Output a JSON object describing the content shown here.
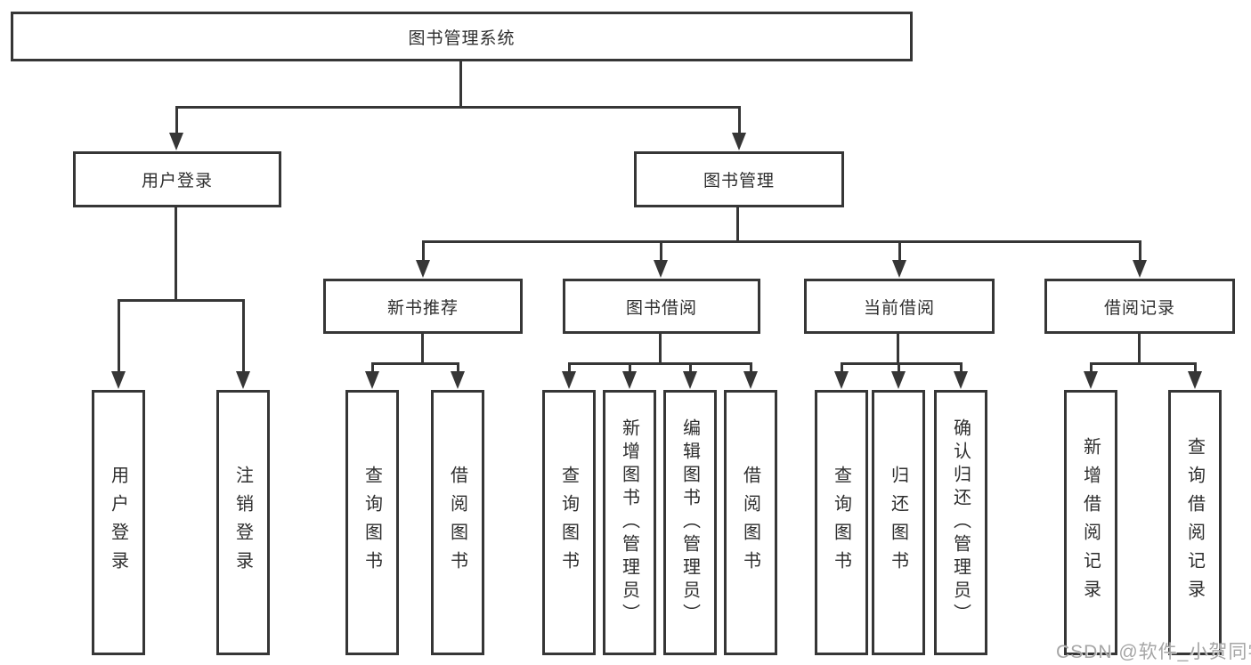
{
  "diagram": {
    "title": "图书管理系统",
    "root": {
      "label": "图书管理系统"
    },
    "level2": [
      {
        "id": "user-login",
        "label": "用户登录"
      },
      {
        "id": "book-mgmt",
        "label": "图书管理"
      }
    ],
    "level3": [
      {
        "id": "new-books",
        "label": "新书推荐"
      },
      {
        "id": "book-borrow",
        "label": "图书借阅"
      },
      {
        "id": "current-borrow",
        "label": "当前借阅"
      },
      {
        "id": "borrow-records",
        "label": "借阅记录"
      }
    ],
    "leaves": {
      "user_login": [
        {
          "label": "用户登录"
        },
        {
          "label": "注销登录"
        }
      ],
      "new_books": [
        {
          "label": "查询图书"
        },
        {
          "label": "借阅图书"
        }
      ],
      "book_borrow": [
        {
          "label": "查询图书"
        },
        {
          "label": "新增图书（管理员）"
        },
        {
          "label": "编辑图书（管理员）"
        },
        {
          "label": "借阅图书"
        }
      ],
      "current_borrow": [
        {
          "label": "查询图书"
        },
        {
          "label": "归还图书"
        },
        {
          "label": "确认归还（管理员）"
        }
      ],
      "borrow_records": [
        {
          "label": "新增借阅记录"
        },
        {
          "label": "查询借阅记录"
        }
      ]
    }
  },
  "watermark": {
    "text": "CSDN @软件_小贺同学"
  },
  "colors": {
    "line": "#363636",
    "text": "#2e2e2e",
    "watermark": "#a6a6a6",
    "background": "#ffffff"
  }
}
